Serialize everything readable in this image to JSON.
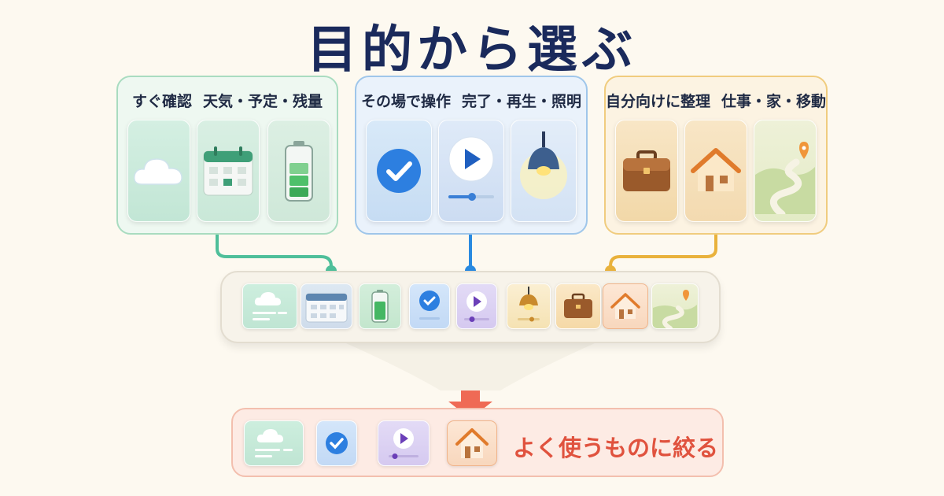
{
  "title": "目的から選ぶ",
  "groups": [
    {
      "label": "すぐ確認",
      "items_label": "天気・予定・残量",
      "cards": [
        {
          "icon": "cloud-icon"
        },
        {
          "icon": "calendar-icon"
        },
        {
          "icon": "battery-icon"
        }
      ]
    },
    {
      "label": "その場で操作",
      "items_label": "完了・再生・照明",
      "cards": [
        {
          "icon": "checkmark-icon"
        },
        {
          "icon": "play-icon"
        },
        {
          "icon": "lamp-icon"
        }
      ]
    },
    {
      "label": "自分向けに整理",
      "items_label": "仕事・家・移動",
      "cards": [
        {
          "icon": "briefcase-icon"
        },
        {
          "icon": "house-icon"
        },
        {
          "icon": "map-route-icon"
        }
      ]
    }
  ],
  "widget_bar": [
    "cloud-icon",
    "calendar-icon",
    "battery-icon",
    "checkmark-icon",
    "play-icon",
    "lamp-icon",
    "briefcase-icon",
    "house-icon",
    "map-route-icon"
  ],
  "result": {
    "label": "よく使うものに絞る",
    "icons": [
      "cloud-icon",
      "checkmark-icon",
      "play-icon",
      "house-icon"
    ]
  },
  "colors": {
    "title": "#1a2a5c",
    "green": "#4fbf9a",
    "blue": "#2a8ae0",
    "orange": "#e9b23c",
    "accent_red": "#e0523e"
  }
}
